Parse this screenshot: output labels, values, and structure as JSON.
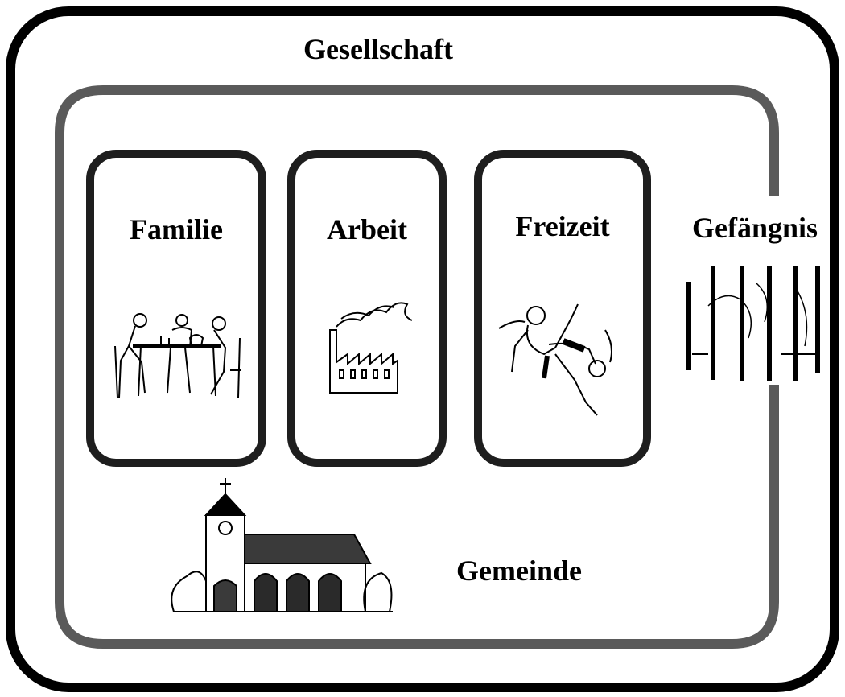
{
  "society_label": "Gesellschaft",
  "community_label": "Gemeinde",
  "boxes": [
    {
      "label": "Familie",
      "icon": "family-at-table-icon"
    },
    {
      "label": "Arbeit",
      "icon": "factory-icon"
    },
    {
      "label": "Freizeit",
      "icon": "soccer-player-icon"
    }
  ],
  "outside_label": "Gefängnis",
  "outside_icon": "prison-bars-icon",
  "community_icon": "church-icon",
  "colors": {
    "outer_border": "#000000",
    "inner_border": "#5a5a5a",
    "box_border": "#1e1e1e",
    "background": "#ffffff"
  }
}
